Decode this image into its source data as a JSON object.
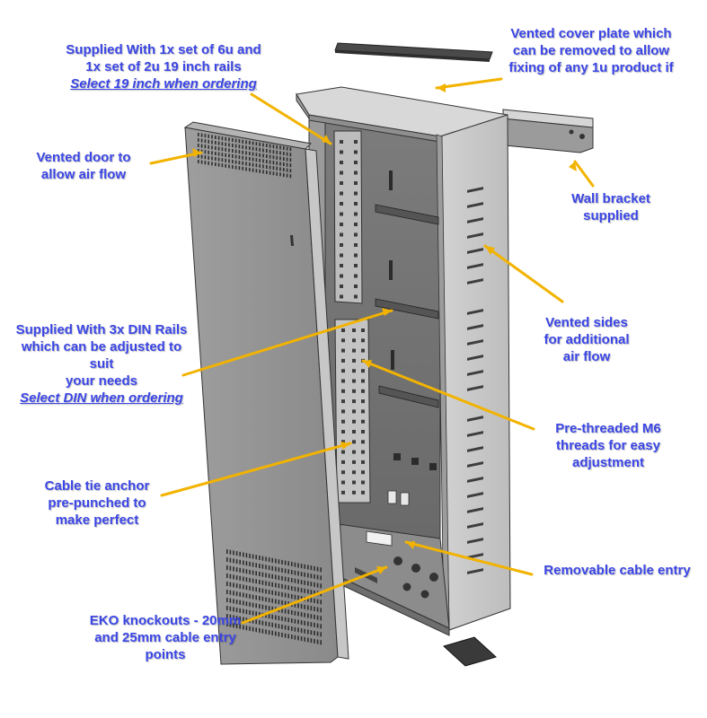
{
  "colors": {
    "label": "#3b46e6",
    "leader": "#f2b300",
    "metal_light": "#c8c8c8",
    "metal_mid": "#a6a6a6",
    "metal_dark": "#5f5f5f",
    "edge": "#333333"
  },
  "labels": {
    "rails": {
      "lines": [
        "Supplied With 1x set of 6u and",
        "1x set of 2u 19 inch rails"
      ],
      "sub": "Select 19 inch when ordering"
    },
    "cover": {
      "lines": [
        "Vented cover plate which",
        "can be removed to allow",
        "fixing of any 1u product if"
      ]
    },
    "door": {
      "lines": [
        "Vented door to",
        "allow air flow"
      ]
    },
    "bracket": {
      "lines": [
        "Wall bracket",
        "supplied"
      ]
    },
    "sides": {
      "lines": [
        "Vented sides",
        "for additional",
        "air flow"
      ]
    },
    "din": {
      "lines": [
        "Supplied With 3x DIN Rails",
        "which can be adjusted to",
        "suit",
        "your needs"
      ],
      "sub": "Select DIN when ordering"
    },
    "threads": {
      "lines": [
        "Pre-threaded M6",
        "threads for easy",
        "adjustment"
      ]
    },
    "cabletie": {
      "lines": [
        "Cable tie anchor",
        "pre-punched to",
        "make perfect"
      ]
    },
    "entry": {
      "lines": [
        "Removable cable entry"
      ]
    },
    "eko": {
      "lines": [
        "EKO knockouts - 20mm",
        "and 25mm cable entry",
        "points"
      ]
    }
  }
}
